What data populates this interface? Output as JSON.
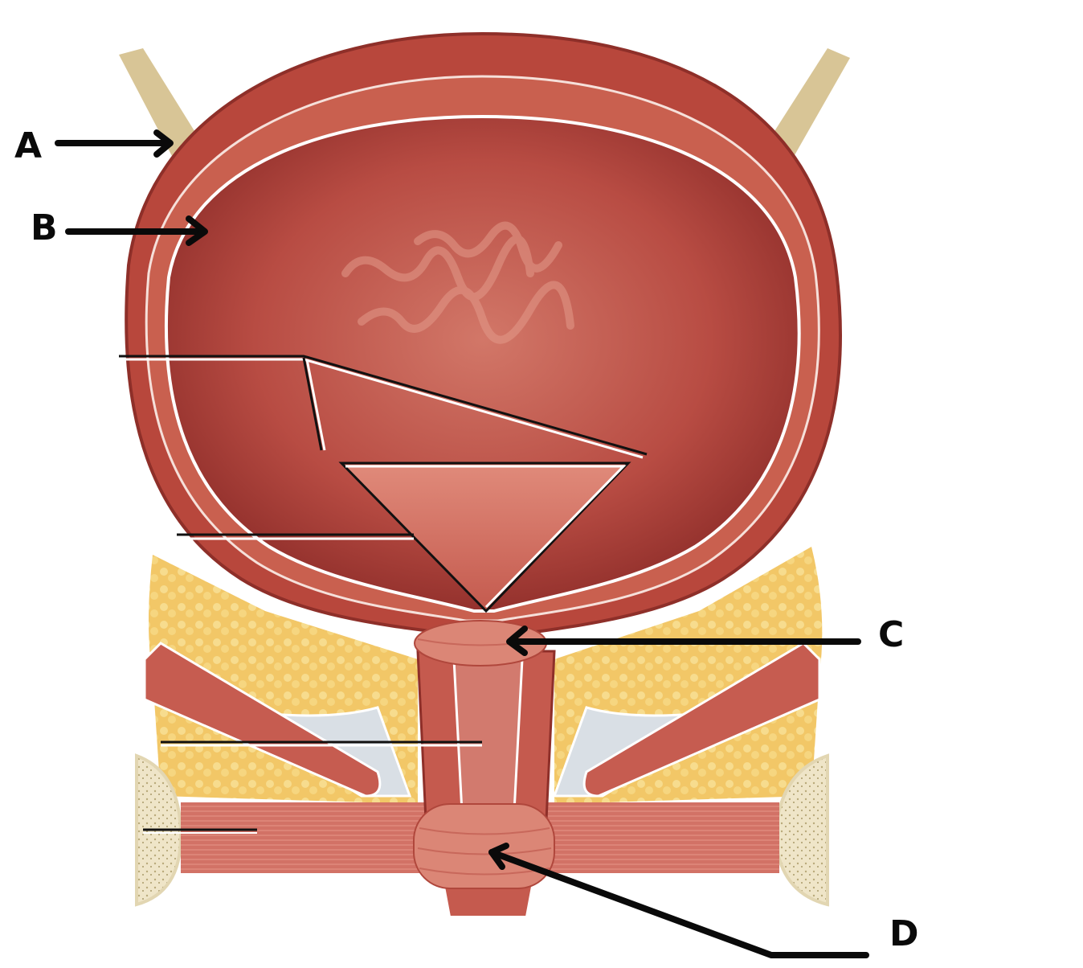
{
  "diagram": {
    "subject": "Urinary bladder and urethra, frontal section",
    "colors": {
      "background": "#ffffff",
      "bladder_wall_outer": "#b8473c",
      "bladder_interior": "#b5453e",
      "mucosa_light": "#d9776a",
      "wall_layer": "#c9604f",
      "fat": "#f0c766",
      "ureter": "#d8c596",
      "ligament": "#d7dde3",
      "bone": "#efe7cf",
      "muscle": "#cf6e63",
      "arrow": "#0a0a0a",
      "leader_white": "#ffffff",
      "leader_black": "#111111"
    },
    "labels": [
      {
        "id": "A",
        "text": "A",
        "points_to": "ureter"
      },
      {
        "id": "B",
        "text": "B",
        "points_to": "bladder wall (detrusor muscle)"
      },
      {
        "id": "C",
        "text": "C",
        "points_to": "internal urethral sphincter"
      },
      {
        "id": "D",
        "text": "D",
        "points_to": "external urethral sphincter"
      }
    ],
    "blank_leader_lines": [
      {
        "id": "blank-1",
        "points_to": "ureteral openings (trigone upper corners)"
      },
      {
        "id": "blank-2",
        "points_to": "trigone"
      },
      {
        "id": "blank-3",
        "points_to": "urethra"
      },
      {
        "id": "blank-4",
        "points_to": "urogenital diaphragm"
      }
    ]
  }
}
